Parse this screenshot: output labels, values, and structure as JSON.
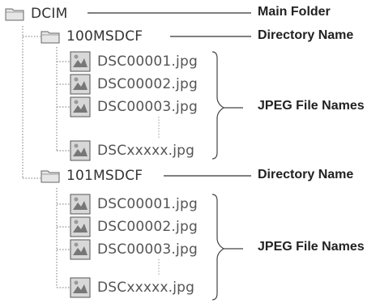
{
  "root": {
    "name": "DCIM",
    "label": "Main Folder",
    "icon": "folder-icon"
  },
  "folders": [
    {
      "name": "100MSDCF",
      "label": "Directory Name",
      "icon": "folder-icon",
      "files": [
        "DSC00001.jpg",
        "DSC00002.jpg",
        "DSC00003.jpg",
        "DSCxxxxx.jpg"
      ],
      "files_label": "JPEG File Names"
    },
    {
      "name": "101MSDCF",
      "label": "Directory Name",
      "icon": "folder-icon",
      "files": [
        "DSC00001.jpg",
        "DSC00002.jpg",
        "DSC00003.jpg",
        "DSCxxxxx.jpg"
      ],
      "files_label": "JPEG File Names"
    }
  ],
  "file_icon": "image-file-icon",
  "colors": {
    "line": "#555555",
    "dotted": "#777777",
    "folder_fill": "#e6e6e6",
    "folder_stroke": "#666666"
  }
}
